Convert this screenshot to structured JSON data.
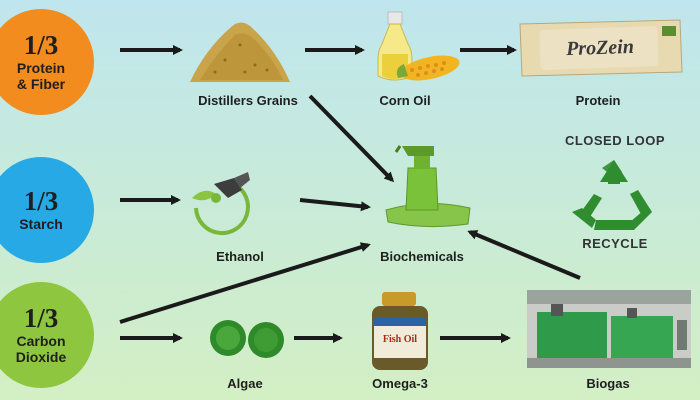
{
  "sources": [
    {
      "id": "protein",
      "fraction": "1/3",
      "label_lines": [
        "Protein",
        "& Fiber"
      ],
      "color": "#f28c1f"
    },
    {
      "id": "starch",
      "fraction": "1/3",
      "label_lines": [
        "Starch"
      ],
      "color": "#27a9e6"
    },
    {
      "id": "carbon",
      "fraction": "1/3",
      "label_lines": [
        "Carbon",
        "Dioxide"
      ],
      "color": "#8ec63f"
    }
  ],
  "products": {
    "distillers_grains": "Distillers Grains",
    "corn_oil": "Corn Oil",
    "protein": "Protein",
    "ethanol": "Ethanol",
    "biochemicals": "Biochemicals",
    "algae": "Algae",
    "omega3": "Omega-3",
    "biogas": "Biogas"
  },
  "closed_loop": {
    "top_text": "CLOSED LOOP",
    "bottom_text": "RECYCLE",
    "icon": "recycle-icon",
    "color": "#2f8d2f"
  },
  "bar_wrapper_text": "ProZein",
  "bottle_label_text": "Fish Oil",
  "icons": {
    "grains": "grain-pile-icon",
    "oil": "oil-bottle-icon",
    "corn": "corn-cob-icon",
    "bar": "protein-bar-icon",
    "ethanol": "fuel-nozzle-icon",
    "spray": "spray-bottle-icon",
    "algae": "algae-dish-icon",
    "omega": "supplement-bottle-icon",
    "biogas": "generator-icon"
  }
}
